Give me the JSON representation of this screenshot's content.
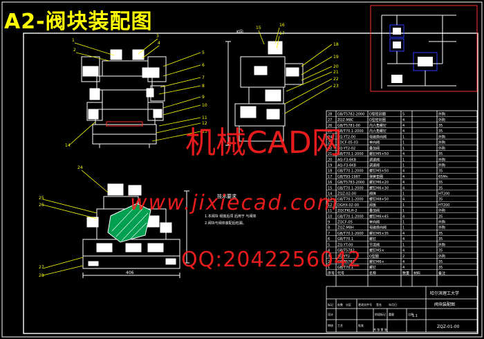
{
  "title": "A2-阀块装配图",
  "watermarks": {
    "site_cn": "机械CAD网",
    "url": "www.jixiecad.com",
    "qq": "QQ:2042256042"
  },
  "colors": {
    "background": "#000000",
    "frame": "#ffffff",
    "parts": "#ffffff",
    "callouts": "#ffff00",
    "table": "#ffffff",
    "hatch": "#00a050",
    "schematic_box": "#2a3cff",
    "watermark": "#ff2020",
    "border_red": "#ff3030"
  },
  "views": {
    "left_top_callouts": [
      "1",
      "2",
      "3",
      "4",
      "5",
      "6",
      "7",
      "8",
      "9",
      "10",
      "11",
      "12",
      "13",
      "14"
    ],
    "center_top_label": "K向",
    "center_top_callouts": [
      "15",
      "16",
      "17",
      "18",
      "19",
      "20",
      "21",
      "22",
      "23"
    ],
    "bottom_left_callouts": [
      "24",
      "25",
      "26",
      "27",
      "28"
    ],
    "bottom_left_dimension": "406",
    "technical_requirements": {
      "heading": "技术要求",
      "lines": [
        "1.本阀块  组装后须   后用于  与阀体",
        "2.阀块与阀体装配后检漏。"
      ]
    }
  },
  "parts_table": {
    "headers": [
      "序号",
      "代号",
      "名称",
      "数量",
      "材料",
      "备注"
    ],
    "rows": [
      [
        "28",
        "GB/T5782-2000",
        "O型密封圈",
        "5",
        "",
        "外购"
      ],
      [
        "27",
        "ZQZ-M8C",
        "O型密封圈",
        "4",
        "",
        "外购"
      ],
      [
        "26",
        "GB/T5781-00",
        "内六角螺钉",
        "4",
        "",
        "35"
      ],
      [
        "25",
        "GB/T70.1-2000",
        "内六角螺钉",
        "4",
        "",
        "35"
      ],
      [
        "24",
        "ZQ-YT2-00",
        "电磁换向阀",
        "1",
        "",
        "外购"
      ],
      [
        "23",
        "ZDCF-05-03",
        "单向阀",
        "1",
        "",
        "外购"
      ],
      [
        "22",
        "ZQ-YT2-02",
        "叠加阀",
        "1",
        "",
        "外购"
      ],
      [
        "21",
        "GB/T70.1-2000",
        "螺钉M5×50",
        "4",
        "",
        "35"
      ],
      [
        "20",
        "AQ-F3-6KB",
        "调速阀",
        "1",
        "",
        "外购"
      ],
      [
        "19",
        "AQ-F3-6KB",
        "调速阀",
        "1",
        "",
        "外购"
      ],
      [
        "18",
        "GB/T70.1-2000",
        "螺钉M5×50",
        "4",
        "",
        "35"
      ],
      [
        "17",
        "GB/T93-1987",
        "弹簧垫圈",
        "4",
        "",
        "65Mn"
      ],
      [
        "16",
        "GB/T5783-2000",
        "螺钉M6×20",
        "4",
        "",
        "35"
      ],
      [
        "15",
        "GB/T70.1-2000",
        "螺钉M6×30",
        "4",
        "",
        "35"
      ],
      [
        "14",
        "ZQZ-02-00",
        "阀体",
        "1",
        "",
        "HT200"
      ],
      [
        "13",
        "GB/T70.1-2000",
        "螺钉M8×50",
        "4",
        "",
        "35"
      ],
      [
        "12",
        "DGHX-02-00",
        "阀板",
        "1",
        "",
        "HT200"
      ],
      [
        "11",
        "ZQCFKLH-2",
        "叠加阀",
        "1",
        "",
        "外购"
      ],
      [
        "10",
        "GB/T70.1-2000",
        "螺钉M6×45",
        "4",
        "",
        "35"
      ],
      [
        "9",
        "ZQCF-05",
        "单向阀",
        "1",
        "",
        "外购"
      ],
      [
        "8",
        "ZQZ-M8H",
        "电磁换向阀",
        "1",
        "",
        "外购"
      ],
      [
        "7",
        "GB/T70.1-2000",
        "螺钉M5×35",
        "4",
        "",
        "35"
      ],
      [
        "6",
        "GB/T70.1",
        "螺钉",
        "4",
        "",
        "35"
      ],
      [
        "5",
        "ZQ-YT-00",
        "节流阀",
        "1",
        "",
        "外购"
      ],
      [
        "4",
        "GB/T5782",
        "螺钉M5×",
        "4",
        "",
        "35"
      ],
      [
        "3",
        "ZQ-YT2",
        "O型圈",
        "2",
        "",
        "外购"
      ],
      [
        "2",
        "GB/T5783",
        "螺钉M6×",
        "4",
        "",
        "35"
      ],
      [
        "1",
        "GB/T70.1",
        "螺钉",
        "4",
        "",
        "35"
      ]
    ]
  },
  "title_block": {
    "school": "哈尔滨理工大学",
    "drawing_name": "阀块装配图",
    "drawing_code": "ZQZ-01-00",
    "labels": [
      "标记",
      "处数",
      "分区",
      "更改文件号",
      "签名",
      "年月日",
      "设计",
      "审核",
      "工艺",
      "批准",
      "阶段标记",
      "重量",
      "比例",
      "共  张  第  张"
    ],
    "scale": "1:1"
  }
}
